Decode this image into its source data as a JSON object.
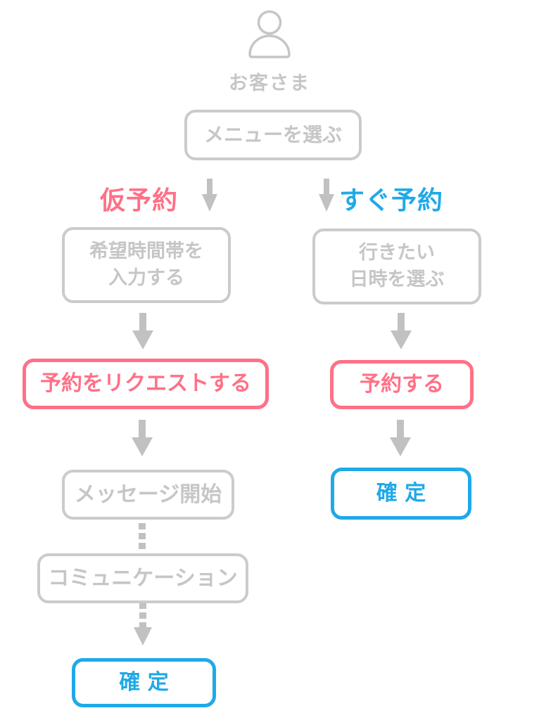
{
  "colors": {
    "pink": "#ff7087",
    "blue": "#1fa9e8",
    "gray_border": "#cbcbcb",
    "gray_text": "#c6c6c6",
    "arrow_gray": "#c1c1c1"
  },
  "actor": {
    "label": "お客さま",
    "icon": "person-icon"
  },
  "start": {
    "label": "メニューを選ぶ"
  },
  "branches": {
    "left": {
      "label": "仮予約",
      "steps": [
        {
          "line1": "希望時間帯を",
          "line2": "入力する"
        },
        {
          "label": "予約をリクエストする"
        },
        {
          "label": "メッセージ開始"
        },
        {
          "label": "コミュニケーション"
        },
        {
          "label": "確 定"
        }
      ]
    },
    "right": {
      "label": "すぐ予約",
      "steps": [
        {
          "line1": "行きたい",
          "line2": "日時を選ぶ"
        },
        {
          "label": "予約する"
        },
        {
          "label": "確 定"
        }
      ]
    }
  }
}
